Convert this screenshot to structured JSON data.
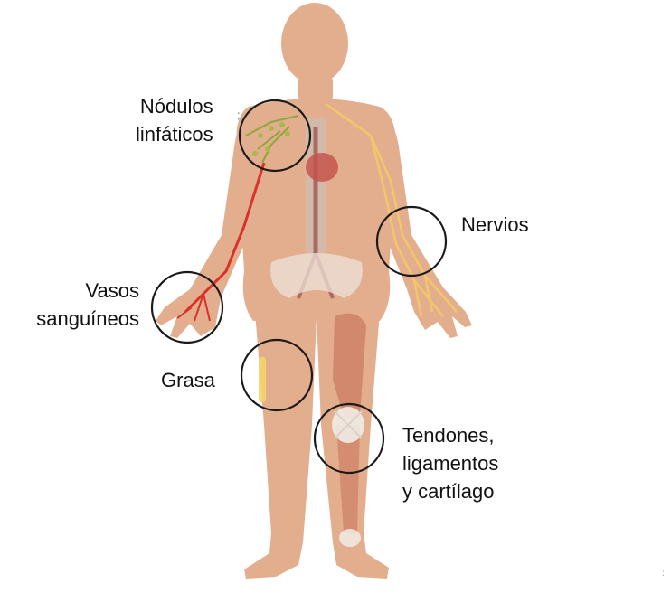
{
  "labels": {
    "lymph_nodes": [
      "Nódulos",
      "linfáticos"
    ],
    "nerves": [
      "Nervios"
    ],
    "blood_vessels": [
      "Vasos",
      "sanguíneos"
    ],
    "fat": [
      "Grasa"
    ],
    "tendons": [
      "Tendones,",
      "ligamentos",
      "y cartílago"
    ]
  },
  "colors": {
    "skin": "#e2ae8e",
    "skin_shade": "#d59a78",
    "circle_stroke": "#1a1a1a",
    "artery": "#d8322a",
    "nerve": "#f3c66a",
    "lymph": "#8fa63a",
    "muscle": "#c9735a",
    "bone": "#f1ece6"
  }
}
